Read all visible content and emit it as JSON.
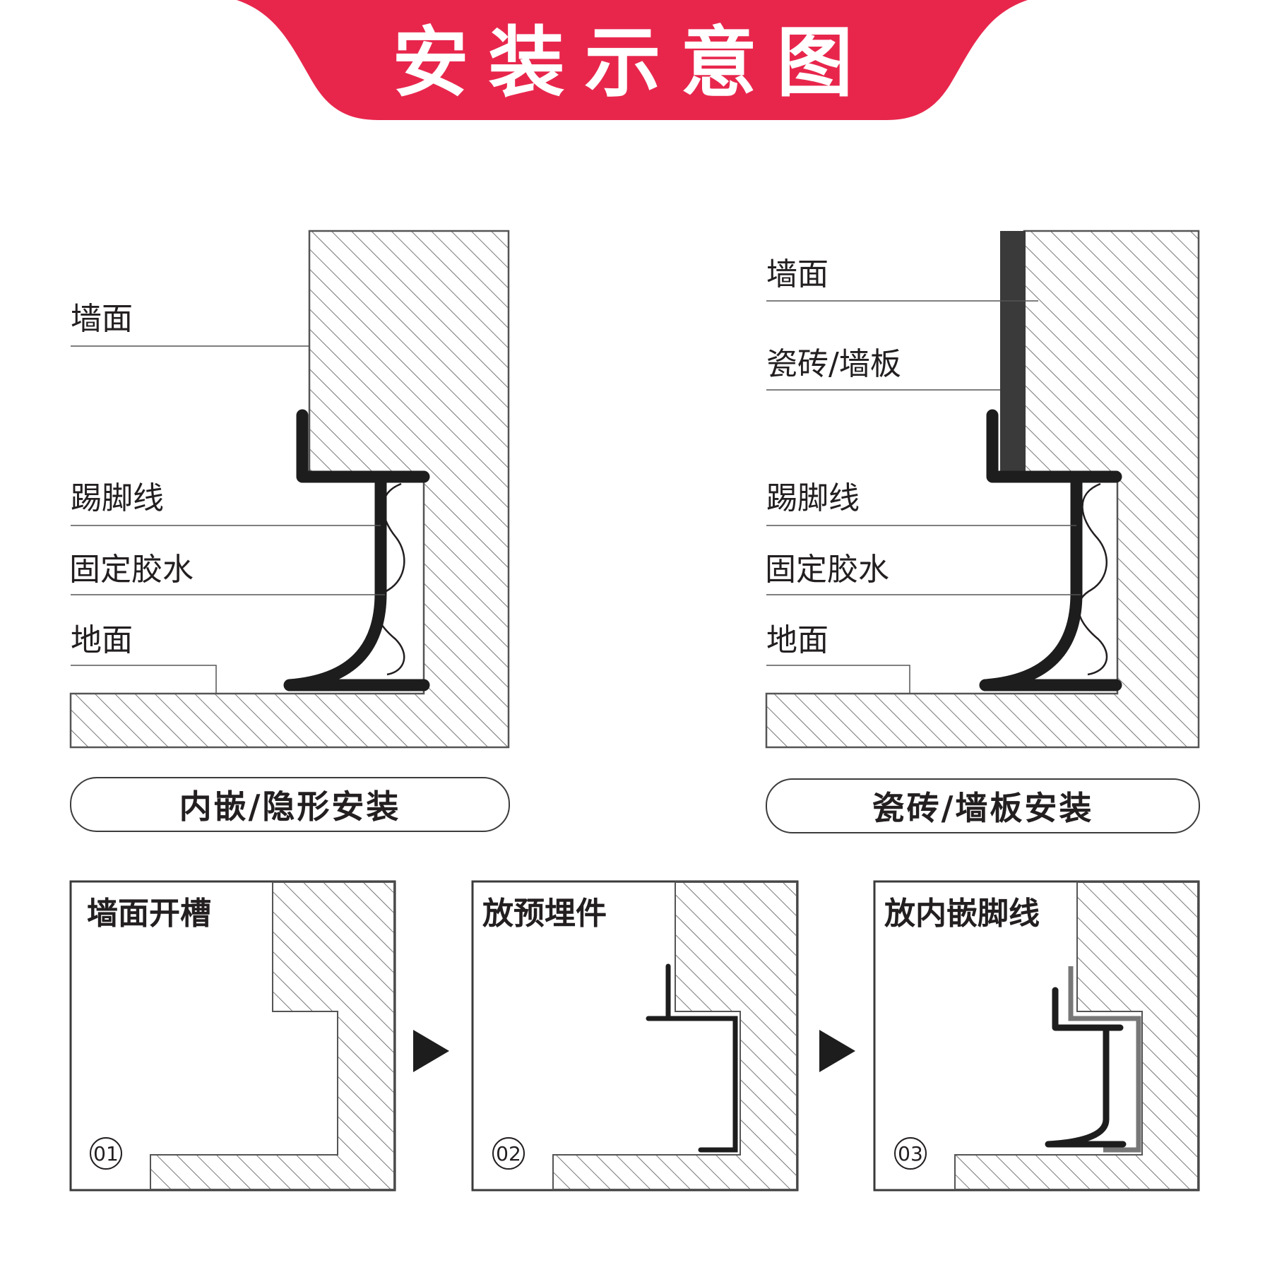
{
  "header": {
    "title": "安装示意图",
    "accent_color": "#e8264c"
  },
  "diagrams": [
    {
      "labels": [
        "墙面",
        "踢脚线",
        "固定胶水",
        "地面"
      ],
      "caption": "内嵌/隐形安装"
    },
    {
      "labels": [
        "墙面",
        "瓷砖/墙板",
        "踢脚线",
        "固定胶水",
        "地面"
      ],
      "caption": "瓷砖/墙板安装"
    }
  ],
  "steps": [
    {
      "number": "01",
      "title": "墙面开槽"
    },
    {
      "number": "02",
      "title": "放预埋件"
    },
    {
      "number": "03",
      "title": "放内嵌脚线"
    }
  ],
  "icons": [
    "arrow-right-icon",
    "arrow-right-icon"
  ]
}
